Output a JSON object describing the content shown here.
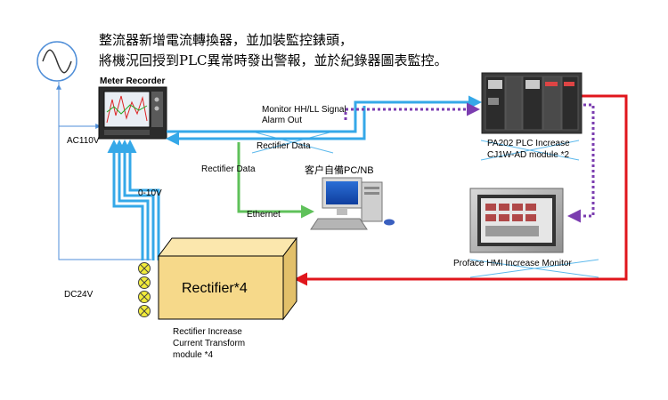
{
  "title_lines": [
    "整流器新增電流轉換器，並加裝監控錶頭，",
    "將機況回授到PLC異常時發出警報，並於紀錄器圖表監控。"
  ],
  "meter": {
    "label": "Meter  Recorder"
  },
  "labels": {
    "ac110v": "AC110V",
    "dc24v": "DC24V",
    "zero_ten_v": "0-10V",
    "monitor_signal": "Monitor  HH/LL  Signal",
    "alarm_out": "Alarm  Out",
    "rectifier_data_top": "Rectifier Data",
    "rectifier_data_mid": "Rectifier Data",
    "ethernet": "Ethernet",
    "client_pc": "客户自備PC/NB",
    "plc_line1": "PA202 PLC Increase",
    "plc_line2": "CJ1W-AD module *2",
    "hmi": "Proface  HMI Increase Monitor",
    "rectifier_box": "Rectifier*4",
    "ct_line1": "Rectifier Increase",
    "ct_line2": "Current  Transform",
    "ct_line3": "module *4"
  },
  "colors": {
    "blue_line": "#35a8e8",
    "thin_blue": "#4f8ed8",
    "green_line": "#5fc15a",
    "purple_dotted": "#7b3db0",
    "red_line": "#e0161c",
    "rectifier_fill": "#f6d98a",
    "ct_yellow": "#f2ec3a"
  }
}
